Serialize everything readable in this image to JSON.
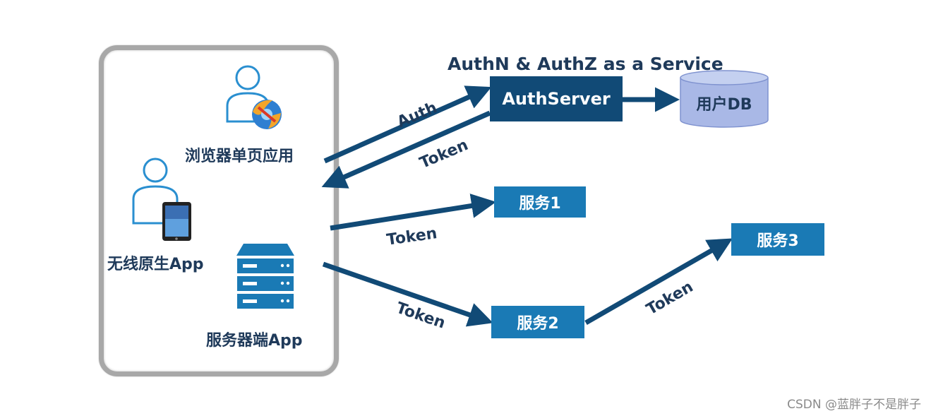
{
  "title": "AuthN & AuthZ as a Service",
  "clients": {
    "browser_app": "浏览器单页应用",
    "native_app": "无线原生App",
    "server_app": "服务器端App"
  },
  "nodes": {
    "auth_server": "AuthServer",
    "user_db": "用户DB",
    "service1": "服务1",
    "service2": "服务2",
    "service3": "服务3"
  },
  "edges": {
    "auth": "Auth",
    "token_return": "Token",
    "token_s1": "Token",
    "token_s2": "Token",
    "token_s3": "Token"
  },
  "watermark": "CSDN @蓝胖子不是胖子",
  "colors": {
    "arrow": "#114a76",
    "auth_box": "#114a76",
    "service_box": "#1a7ab5",
    "text": "#1f3a5a",
    "db_fill": "#a9b8e6",
    "user_icon": "#2a8fd0"
  }
}
